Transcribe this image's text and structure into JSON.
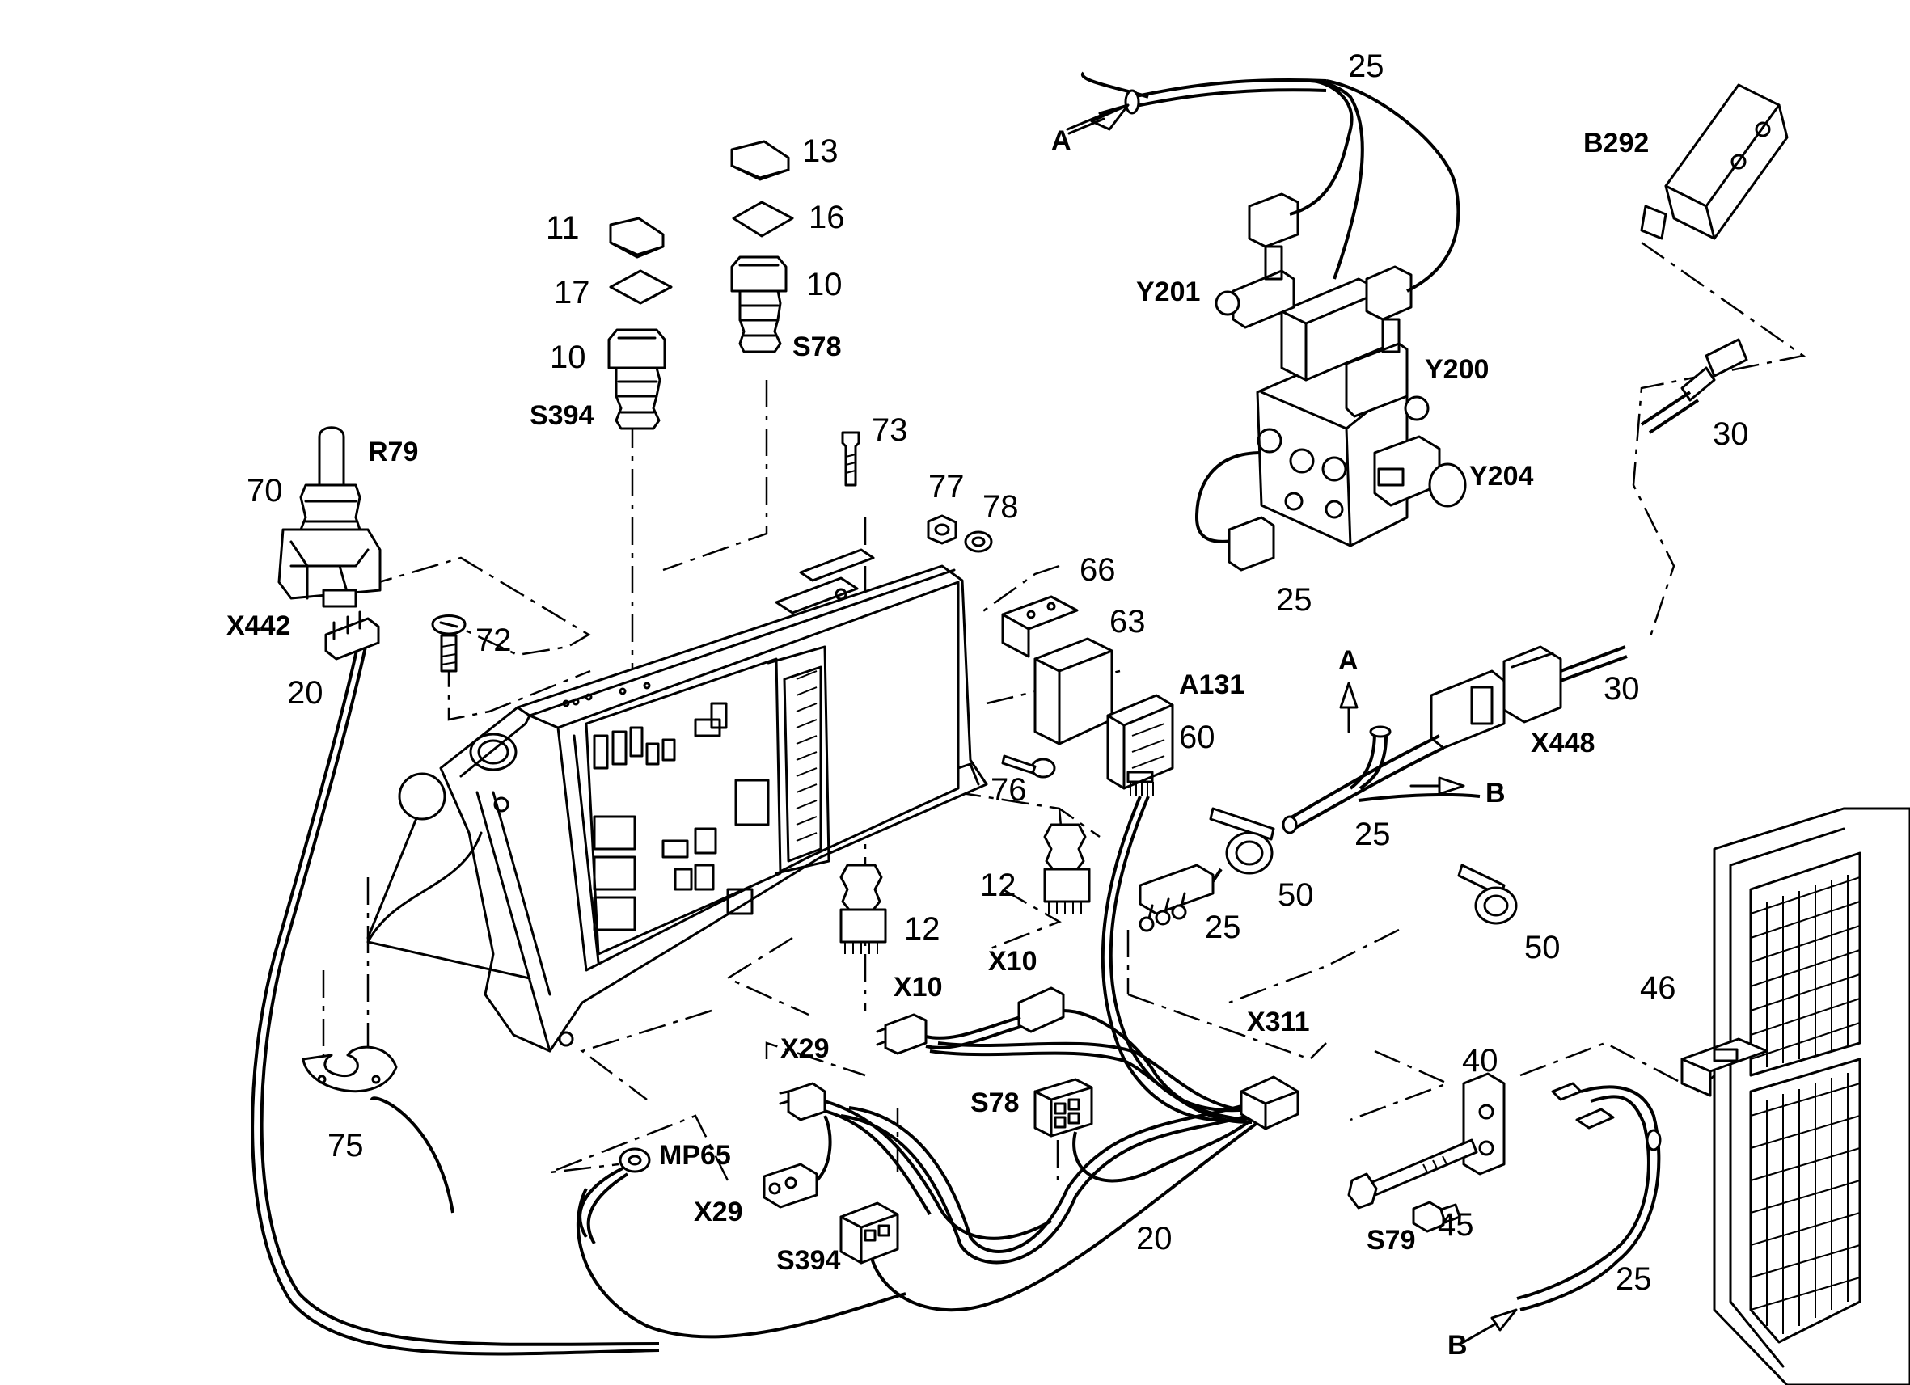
{
  "labels": {
    "n25_top": "25",
    "A_top": "A",
    "B292": "B292",
    "n13": "13",
    "n16": "16",
    "n11": "11",
    "n17": "17",
    "n10_r": "10",
    "n10_l": "10",
    "S78_top": "S78",
    "S394_top": "S394",
    "Y201": "Y201",
    "Y200": "Y200",
    "Y204": "Y204",
    "n25_valve": "25",
    "n30_top": "30",
    "R79": "R79",
    "n70": "70",
    "n73": "73",
    "n77": "77",
    "n78": "78",
    "n66": "66",
    "n63": "63",
    "X442": "X442",
    "n72": "72",
    "n20_left": "20",
    "A131": "A131",
    "A_mid": "A",
    "n30_mid": "30",
    "n60": "60",
    "X448": "X448",
    "n76": "76",
    "B_mid": "B",
    "n25_mid": "25",
    "n12_r": "12",
    "n50_a": "50",
    "n12_l": "12",
    "n25_conn": "25",
    "n50_b": "50",
    "X10_r": "X10",
    "X10_l": "X10",
    "n46": "46",
    "X311": "X311",
    "X29_top": "X29",
    "n40": "40",
    "S78_bot": "S78",
    "n75": "75",
    "MP65": "MP65",
    "X29_bot": "X29",
    "n20_bot": "20",
    "S79": "S79",
    "n45": "45",
    "S394_bot": "S394",
    "n25_bot": "25",
    "B_bot": "B"
  }
}
